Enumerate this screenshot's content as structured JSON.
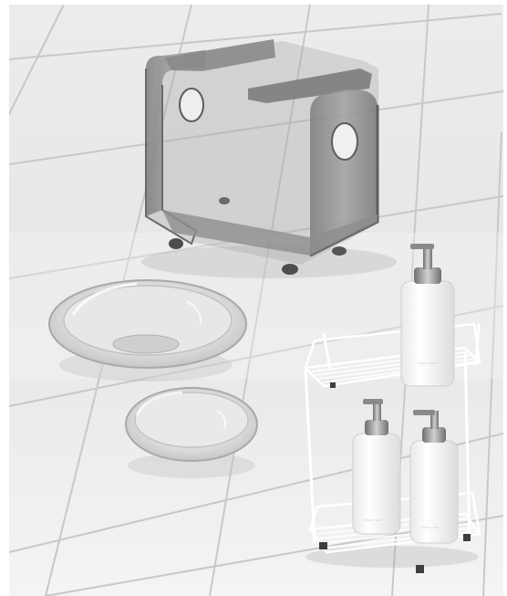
{
  "image": {
    "description_items": [
      "acrylic-stool",
      "large-soap-dish",
      "small-soap-dish",
      "wire-bath-caddy",
      "pump-bottle-tall",
      "pump-bottle-left",
      "pump-bottle-right"
    ]
  },
  "colors": {
    "background": "#ffffff",
    "floor_light": "#f2f2f2",
    "floor_grout": "#c9c9c9",
    "acrylic": "#8e8e8e",
    "acrylic_edge": "#6a6a6a",
    "glass": "#e4e4e4",
    "wire": "#ffffff",
    "bottle": "#f7f7f7",
    "pump_chrome": "#9a9a9a"
  }
}
